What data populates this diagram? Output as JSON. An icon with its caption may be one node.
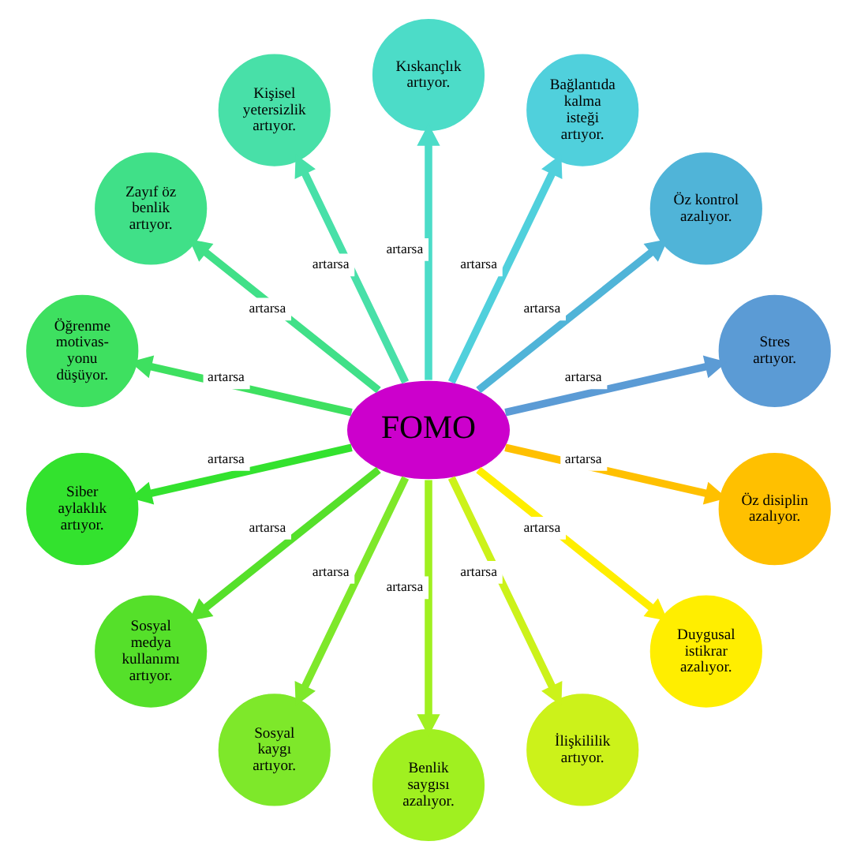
{
  "diagram": {
    "nodes": [
      {
        "text": [
          "FOMO"
        ]
      },
      {
        "text": [
          "Öz disiplin azalıyor."
        ]
      },
      {
        "text": [
          "Duygusal istikrar azalıyor."
        ]
      },
      {
        "text": [
          "İlişkililik artıyor."
        ]
      },
      {
        "text": [
          "Benlik saygısı azalıyor."
        ]
      },
      {
        "text": [
          "Sosyal kaygı artıyor."
        ]
      },
      {
        "text": [
          "Sosyal medya kullanımı artıyor."
        ]
      },
      {
        "text": [
          "Siber aylaklık artıyor."
        ]
      },
      {
        "text": [
          "Öğrenme motivas- yonu düşüyor."
        ]
      },
      {
        "text": [
          "Zayıf öz benlik artıyor."
        ]
      },
      {
        "text": [
          "Kişisel yetersizlik artıyor."
        ]
      },
      {
        "text": [
          "Kıskançlık artıyor."
        ]
      },
      {
        "text": [
          "Bağlantıda kalma isteği artıyor."
        ]
      },
      {
        "text": [
          "Öz kontrol azalıyor."
        ]
      },
      {
        "text": [
          "Stres artıyor."
        ]
      }
    ],
    "edges": [
      {
        "from": 0,
        "to": 1,
        "arrow": "to",
        "label": "artarsa",
        "color": "#ffc000"
      },
      {
        "from": 0,
        "to": 2,
        "arrow": "to",
        "label": "artarsa",
        "color": "#ffee00"
      },
      {
        "from": 0,
        "to": 3,
        "arrow": "to",
        "label": "artarsa",
        "color": "#ccf21a"
      },
      {
        "from": 0,
        "to": 4,
        "arrow": "to",
        "label": "artarsa",
        "color": "#a0f020"
      },
      {
        "from": 0,
        "to": 5,
        "arrow": "to",
        "label": "artarsa",
        "color": "#7ee82a"
      },
      {
        "from": 0,
        "to": 6,
        "arrow": "to",
        "label": "artarsa",
        "color": "#55e02a"
      },
      {
        "from": 0,
        "to": 7,
        "arrow": "to",
        "label": "artarsa",
        "color": "#33e22e"
      },
      {
        "from": 0,
        "to": 8,
        "arrow": "to",
        "label": "artarsa",
        "color": "#3ee060"
      },
      {
        "from": 0,
        "to": 9,
        "arrow": "to",
        "label": "artarsa",
        "color": "#40e088"
      },
      {
        "from": 0,
        "to": 10,
        "arrow": "to",
        "label": "artarsa",
        "color": "#48e0a8"
      },
      {
        "from": 0,
        "to": 11,
        "arrow": "to",
        "label": "artarsa",
        "color": "#4cdcc8"
      },
      {
        "from": 0,
        "to": 12,
        "arrow": "to",
        "label": "artarsa",
        "color": "#50d0dc"
      },
      {
        "from": 0,
        "to": 13,
        "arrow": "to",
        "label": "artarsa",
        "color": "#50b4d8"
      },
      {
        "from": 0,
        "to": 14,
        "arrow": "to",
        "label": "artarsa",
        "color": "#5b9bd5"
      }
    ]
  }
}
